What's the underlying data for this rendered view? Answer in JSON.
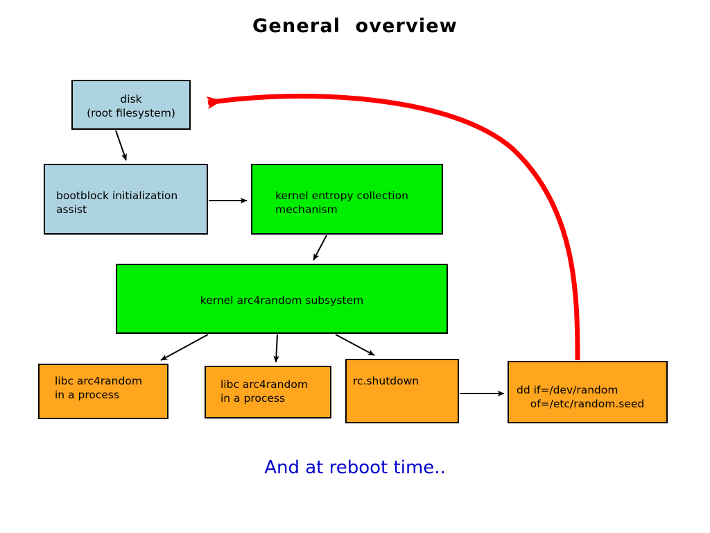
{
  "slide": {
    "title": "General  overview",
    "footnote": "And at reboot time..",
    "title_color": "#000000",
    "footnote_color": "#0000cc",
    "background": "#ffffff"
  },
  "palette": {
    "blue_fill": "#aed3e0",
    "green_fill": "#00ee00",
    "orange_fill": "#ffa51e",
    "border": "#000000",
    "feedback_arrow": "#ff0000",
    "edge_arrow": "#000000"
  },
  "nodes": [
    {
      "id": "disk",
      "label": "disk\n(root filesystem)",
      "fill": "#aed3e0",
      "align": "center"
    },
    {
      "id": "bootblock",
      "label": "bootblock initialization\nassist",
      "fill": "#aed3e0",
      "align": "left"
    },
    {
      "id": "entropy",
      "label": "kernel entropy collection\nmechanism",
      "fill": "#00ee00",
      "align": "left"
    },
    {
      "id": "arc4random",
      "label": "kernel arc4random subsystem",
      "fill": "#00ee00",
      "align": "center"
    },
    {
      "id": "libc-process-1",
      "label": "libc arc4random\nin a process",
      "fill": "#ffa51e",
      "align": "left"
    },
    {
      "id": "libc-process-2",
      "label": "libc arc4random\nin a process",
      "fill": "#ffa51e",
      "align": "left"
    },
    {
      "id": "rc-shutdown",
      "label": "rc.shutdown",
      "fill": "#ffa51e",
      "align": "left"
    },
    {
      "id": "dd-seed",
      "label": "dd if=/dev/random\n    of=/etc/random.seed",
      "fill": "#ffa51e",
      "align": "left"
    }
  ],
  "edges": [
    {
      "id": "disk-to-bootblock",
      "from": "disk",
      "to": "bootblock",
      "color": "#000000",
      "style": "thin"
    },
    {
      "id": "bootblock-to-entropy",
      "from": "bootblock",
      "to": "entropy",
      "color": "#000000",
      "style": "thin"
    },
    {
      "id": "entropy-to-arc4random",
      "from": "entropy",
      "to": "arc4random",
      "color": "#000000",
      "style": "thin"
    },
    {
      "id": "arc4random-to-libc1",
      "from": "arc4random",
      "to": "libc-process-1",
      "color": "#000000",
      "style": "thin"
    },
    {
      "id": "arc4random-to-libc2",
      "from": "arc4random",
      "to": "libc-process-2",
      "color": "#000000",
      "style": "thin"
    },
    {
      "id": "arc4random-to-rcshutdown",
      "from": "arc4random",
      "to": "rc-shutdown",
      "color": "#000000",
      "style": "thin"
    },
    {
      "id": "rcshutdown-to-dd",
      "from": "rc-shutdown",
      "to": "dd-seed",
      "color": "#000000",
      "style": "thin"
    },
    {
      "id": "dd-to-disk-feedback",
      "from": "dd-seed",
      "to": "disk",
      "color": "#ff0000",
      "style": "thick-curved"
    }
  ]
}
